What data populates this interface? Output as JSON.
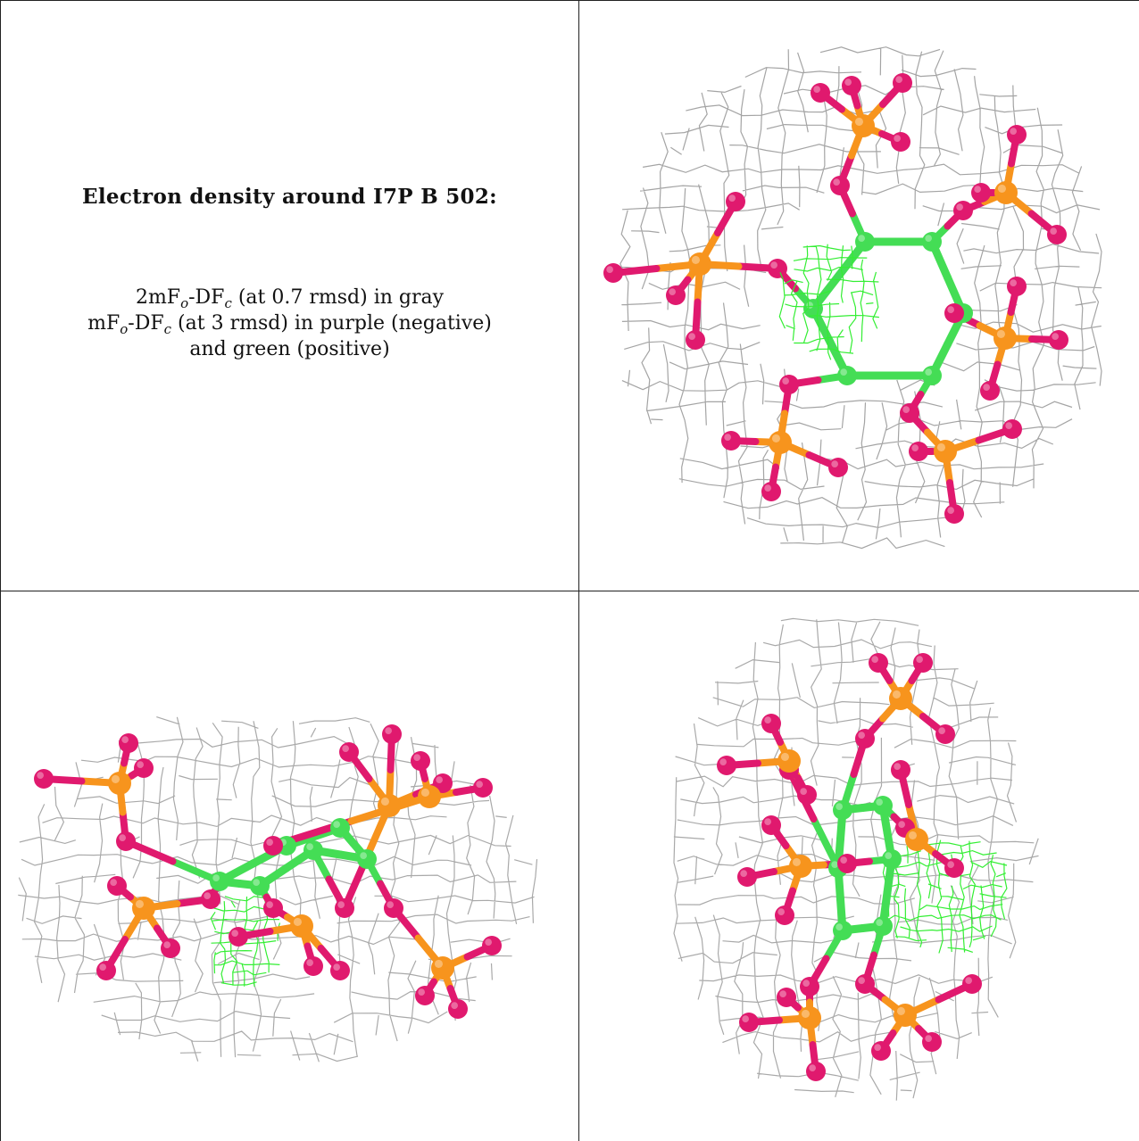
{
  "caption": {
    "title": "Electron density around I7P B 502:",
    "line1": {
      "a": "2mF",
      "sub1": "o",
      "b": "-DF",
      "sub2": "c",
      "c": " (at 0.7 rmsd) in gray"
    },
    "line2": {
      "a": "mF",
      "sub1": "o",
      "b": "-DF",
      "sub2": "c",
      "c": " (at 3 rmsd) in purple (negative)"
    },
    "line3": "and green (positive)"
  },
  "colors": {
    "mesh_gray": "#9a9a9a",
    "mesh_green": "#33ee33",
    "oxygen": "#e0196e",
    "phosphorus": "#f7941d",
    "carbon": "#44dd55",
    "border": "#222222"
  },
  "panels": [
    {
      "view": "top",
      "green_density": true
    },
    {
      "view": "side",
      "green_density": true
    },
    {
      "view": "front",
      "green_density": true
    }
  ]
}
